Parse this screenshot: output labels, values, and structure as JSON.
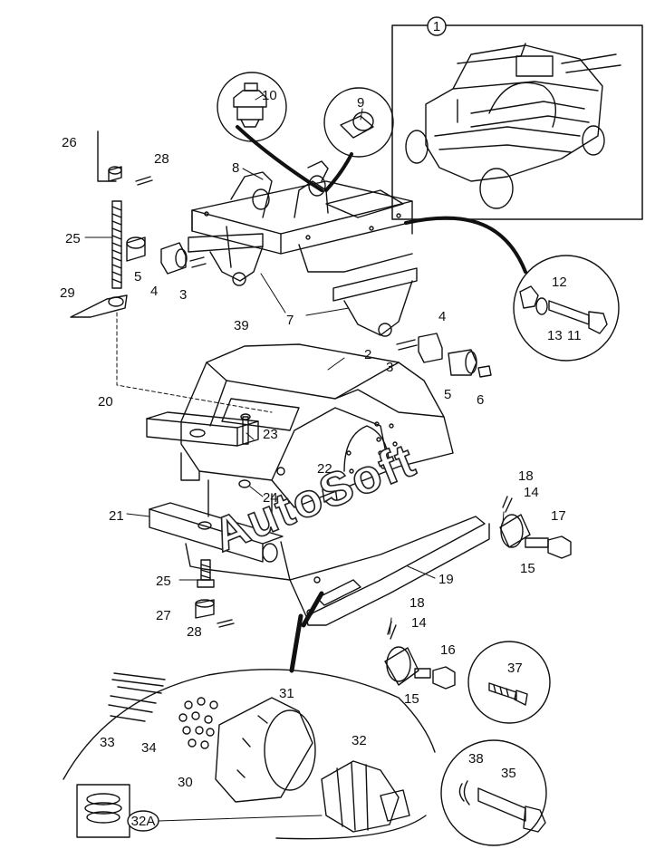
{
  "watermark": "AutoSoft",
  "inset_label": "1",
  "callout_label": "32A",
  "part_labels": {
    "p2": "2",
    "p3a": "3",
    "p3b": "3",
    "p4a": "4",
    "p4b": "4",
    "p5a": "5",
    "p5b": "5",
    "p6": "6",
    "p7": "7",
    "p8": "8",
    "p9": "9",
    "p10": "10",
    "p11": "11",
    "p12": "12",
    "p13": "13",
    "p14a": "14",
    "p14b": "14",
    "p15a": "15",
    "p15b": "15",
    "p16": "16",
    "p17": "17",
    "p18a": "18",
    "p18b": "18",
    "p19": "19",
    "p20": "20",
    "p21": "21",
    "p22": "22",
    "p23": "23",
    "p24": "24",
    "p25a": "25",
    "p25b": "25",
    "p26": "26",
    "p27": "27",
    "p28a": "28",
    "p28b": "28",
    "p29": "29",
    "p30": "30",
    "p31": "31",
    "p32": "32",
    "p33": "33",
    "p34": "34",
    "p35": "35",
    "p37": "37",
    "p38": "38",
    "p39": "39"
  }
}
